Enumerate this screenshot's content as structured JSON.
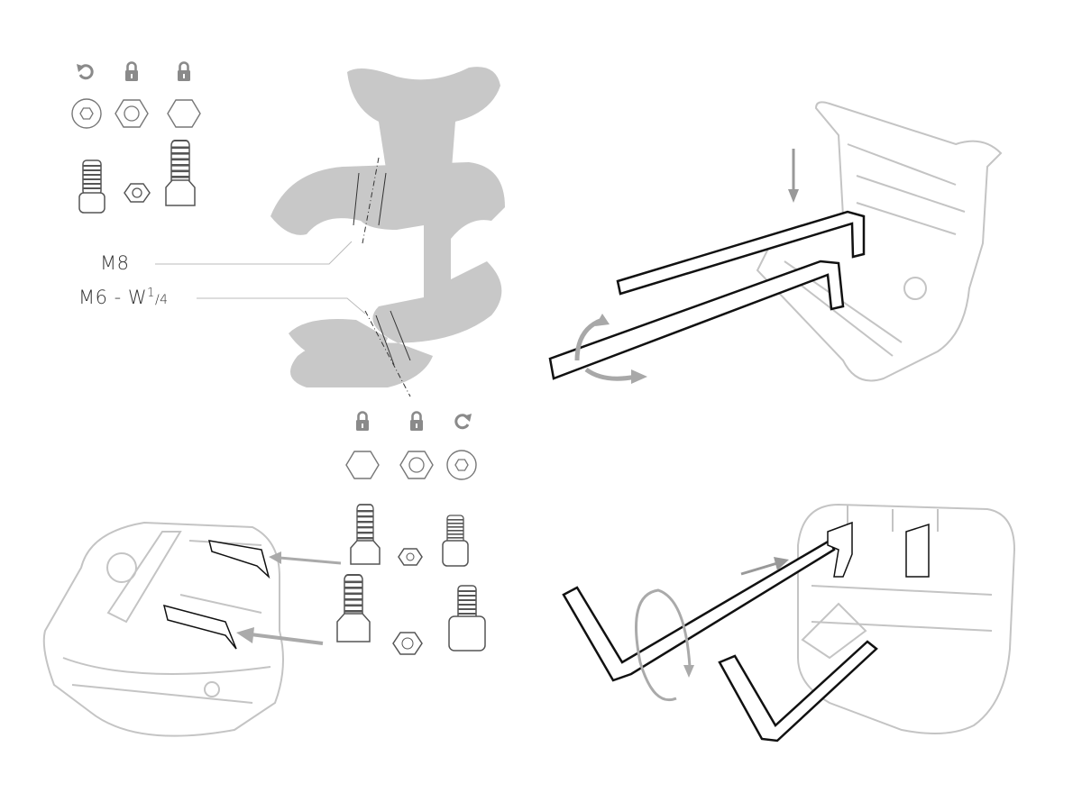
{
  "labels": {
    "thread_m8": "M8",
    "thread_m6_prefix": "M6 - W",
    "thread_m6_sup": "1",
    "thread_m6_sub": "/4"
  },
  "colors": {
    "clamp_fill": "#c8c8c8",
    "outline_light": "#c4c4c4",
    "icon": "#8a8a8a",
    "hex_key": "#111111",
    "arrow": "#a8a8a8"
  },
  "icons_top": [
    "rotate-ccw-icon",
    "lock-icon",
    "lock-icon"
  ],
  "icons_bottom": [
    "lock-icon",
    "lock-icon",
    "rotate-cw-icon"
  ]
}
